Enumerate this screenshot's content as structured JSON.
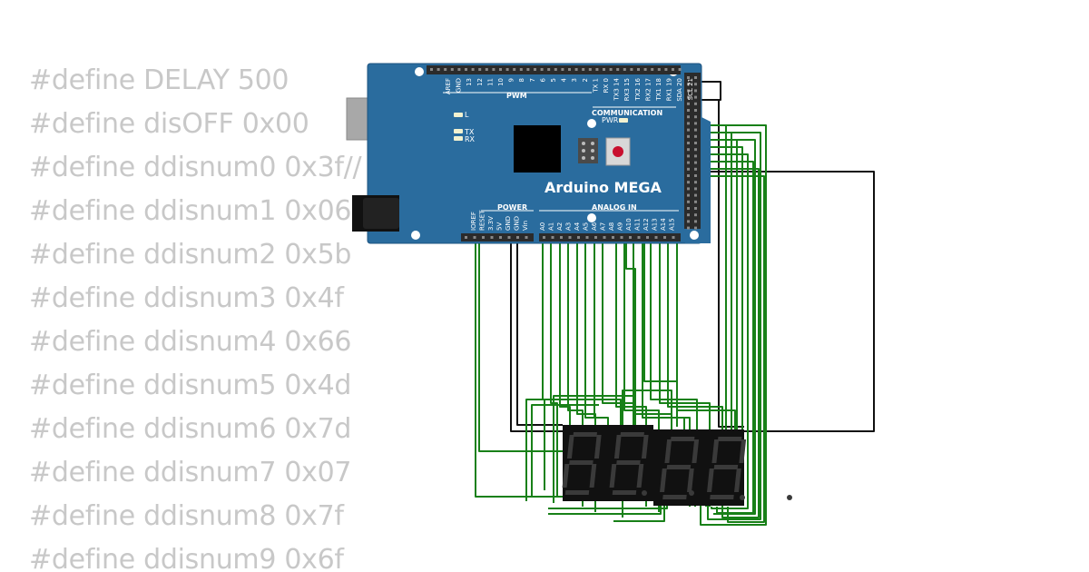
{
  "code": {
    "lines": [
      "#define DELAY 500",
      "#define disOFF 0x00",
      "#define ddisnum0 0x3f//",
      "#define ddisnum1 0x06",
      "#define ddisnum2 0x5b",
      "#define ddisnum3 0x4f",
      "#define ddisnum4 0x66",
      "#define ddisnum5 0x4d",
      "#define ddisnum6 0x7d",
      "#define ddisnum7 0x07",
      "#define ddisnum8 0x7f",
      "#define ddisnum9 0x6f"
    ]
  },
  "board": {
    "name": "Arduino MEGA",
    "pwm_label": "PWM",
    "communication_label": "COMMUNICATION",
    "power_label": "POWER",
    "analog_label": "ANALOG IN",
    "pwr_label": "PWR",
    "led_l_label": "L",
    "led_tx_label": "TX",
    "led_rx_label": "RX",
    "top_pins": [
      "AREF",
      "GND",
      "13",
      "12",
      "11",
      "10",
      "9",
      "8",
      "7",
      "6",
      "5",
      "4",
      "3",
      "2",
      "TX 1",
      "RX 0",
      "TX3 14",
      "RX3 15",
      "TX2 16",
      "RX2 17",
      "TX1 18",
      "RX1 19",
      "SDA 20",
      "SCL 21"
    ],
    "power_pins": [
      "IOREF",
      "RESET",
      "3.3V",
      "5V",
      "GND",
      "GND",
      "Vin"
    ],
    "analog_pins": [
      "A0",
      "A1",
      "A2",
      "A3",
      "A4",
      "A5",
      "A6",
      "A7",
      "A8",
      "A9",
      "A10",
      "A11",
      "A12",
      "A13",
      "A14",
      "A15"
    ],
    "colors": {
      "pcb": "#2a6c9e",
      "header": "#2b2b2b",
      "usb": "#a8a8a8",
      "jack": "#111111",
      "chip": "#000000",
      "reset": "#c8102e"
    }
  },
  "display": {
    "digits": 4,
    "colors": {
      "body": "#111111",
      "segment_off": "#3a3a3a"
    }
  },
  "wires": {
    "colors": {
      "green": "#188018",
      "black": "#101010"
    }
  }
}
